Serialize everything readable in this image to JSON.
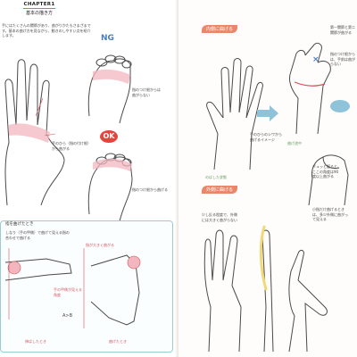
{
  "header": {
    "chapter": "CHAPTER1",
    "section": "基本の描き方"
  },
  "intro_text": "手にはたくさんの関節があり、曲がりかたもさまざまです。基本の曲げ方を見ながら、動きのしやすい点を紹介します。",
  "left_page": {
    "ng_badge": "NG",
    "ok_badge": "OK",
    "label_joint_curve": "指のつけ根からは\n曲がらない",
    "label_palm_line": "手のひら（指の付け根）\nから曲がる",
    "label_bend_line": "指のつけ根から曲げる",
    "box": {
      "title": "指を曲げたとき",
      "desc": "しなり（手の甲側）で曲げて見える指の\n合わせで曲げる",
      "label_a": "指が大きく曲がる",
      "label_b": "手の甲側が見える\n角度",
      "label_ab": "A>B",
      "caption_left": "伸ばしたとき",
      "caption_right": "曲げたとき"
    }
  },
  "right_page": {
    "section_inner": "内側に曲げる",
    "section_outer": "外側に曲げる",
    "label_first_joint": "第一関節と第二\n関節が曲がる",
    "label_not_bend": "指のつけ根から\nは、手前は曲が\nらない",
    "label_palm_bend": "手のひらのシワから\n曲げるイメージ",
    "caption_stretched": "のばした状態",
    "caption_bent": "曲げ途中",
    "label_squeeze": "ギュッと握ると、\nここの角度は90\n度以上曲がる",
    "label_outer_1": "少し反る程度で、外側\nには大きく曲がらない",
    "label_outer_2": "小指だけ曲げるとき\nは、多少外側に曲がっ\nて見える"
  },
  "colors": {
    "accent": "#e06a5a",
    "pink": "#f3b6bf",
    "blue": "#8ec3d9",
    "yellow": "#f3d877",
    "green": "#5a9a5a"
  }
}
